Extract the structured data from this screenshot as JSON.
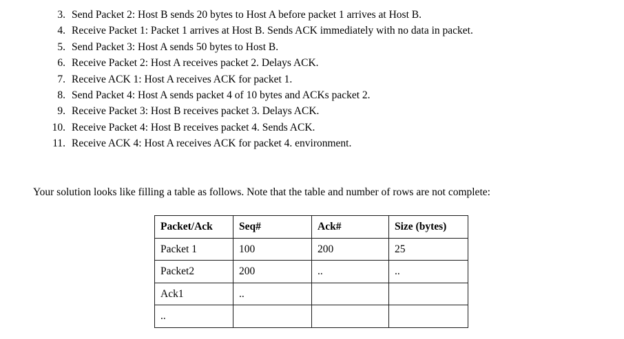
{
  "document": {
    "background_color": "#ffffff",
    "text_color": "#000000"
  },
  "steps": [
    {
      "number": "3.",
      "text": "Send Packet 2: Host B sends 20 bytes to Host A before packet 1 arrives at Host B."
    },
    {
      "number": "4.",
      "text": "Receive Packet 1: Packet 1 arrives at Host B. Sends ACK immediately with no data in packet."
    },
    {
      "number": "5.",
      "text": "Send Packet 3: Host A sends 50 bytes to Host B."
    },
    {
      "number": "6.",
      "text": "Receive Packet 2: Host A receives packet 2. Delays ACK."
    },
    {
      "number": "7.",
      "text": "Receive ACK 1: Host A receives ACK for packet 1."
    },
    {
      "number": "8.",
      "text": "Send Packet 4: Host A sends packet 4 of 10 bytes and ACKs packet 2."
    },
    {
      "number": "9.",
      "text": "Receive Packet 3: Host B receives packet 3. Delays ACK."
    },
    {
      "number": "10.",
      "text": "Receive Packet 4: Host B receives packet 4. Sends ACK."
    },
    {
      "number": "11.",
      "text": "Receive ACK 4: Host A receives ACK for packet 4. environment."
    }
  ],
  "intro": {
    "paragraph": "Your solution looks like filling a table as follows. Note that the table and number of rows are not complete:"
  },
  "table": {
    "headers": [
      "Packet/Ack",
      "Seq#",
      "Ack#",
      "Size (bytes)"
    ],
    "rows": [
      [
        "Packet 1",
        "100",
        "200",
        "25"
      ],
      [
        "Packet2",
        "200",
        "..",
        ".."
      ],
      [
        "Ack1",
        "..",
        "",
        ""
      ],
      [
        "..",
        "",
        "",
        ""
      ]
    ]
  }
}
